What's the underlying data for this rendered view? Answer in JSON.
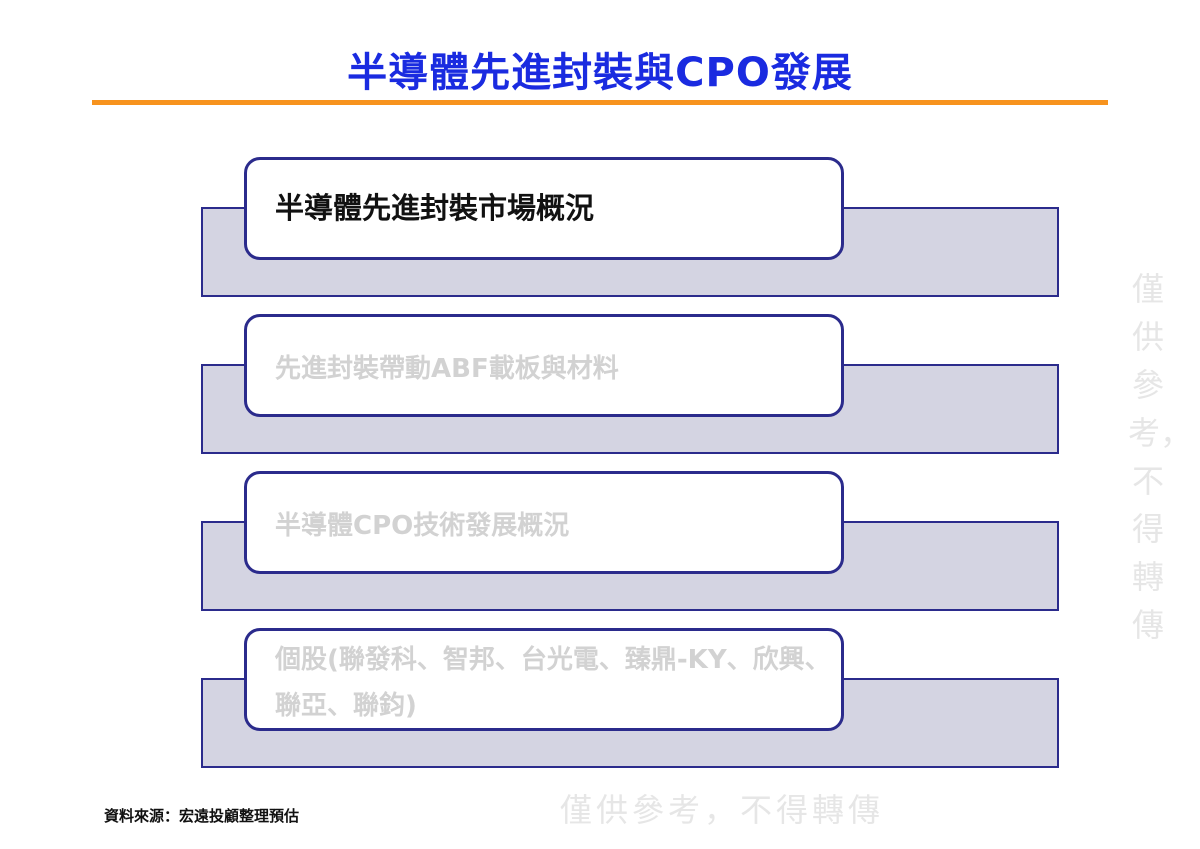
{
  "title": "半導體先進封裝與CPO發展",
  "agenda": [
    {
      "label": "半導體先進封裝市場概況"
    },
    {
      "label": "先進封裝帶動ABF載板與材料"
    },
    {
      "label": "半導體CPO技術發展概況"
    },
    {
      "label": "個股(聯發科、智邦、台光電、臻鼎-KY、欣興、聯亞、聯鈞)"
    }
  ],
  "watermark": "僅供參考，不得轉傳",
  "source": "資料來源：宏遠投顧整理預估",
  "colors": {
    "title": "#1a2be0",
    "rule": "#f7931e",
    "border": "#2b2b8c",
    "band": "#d4d4e2"
  }
}
